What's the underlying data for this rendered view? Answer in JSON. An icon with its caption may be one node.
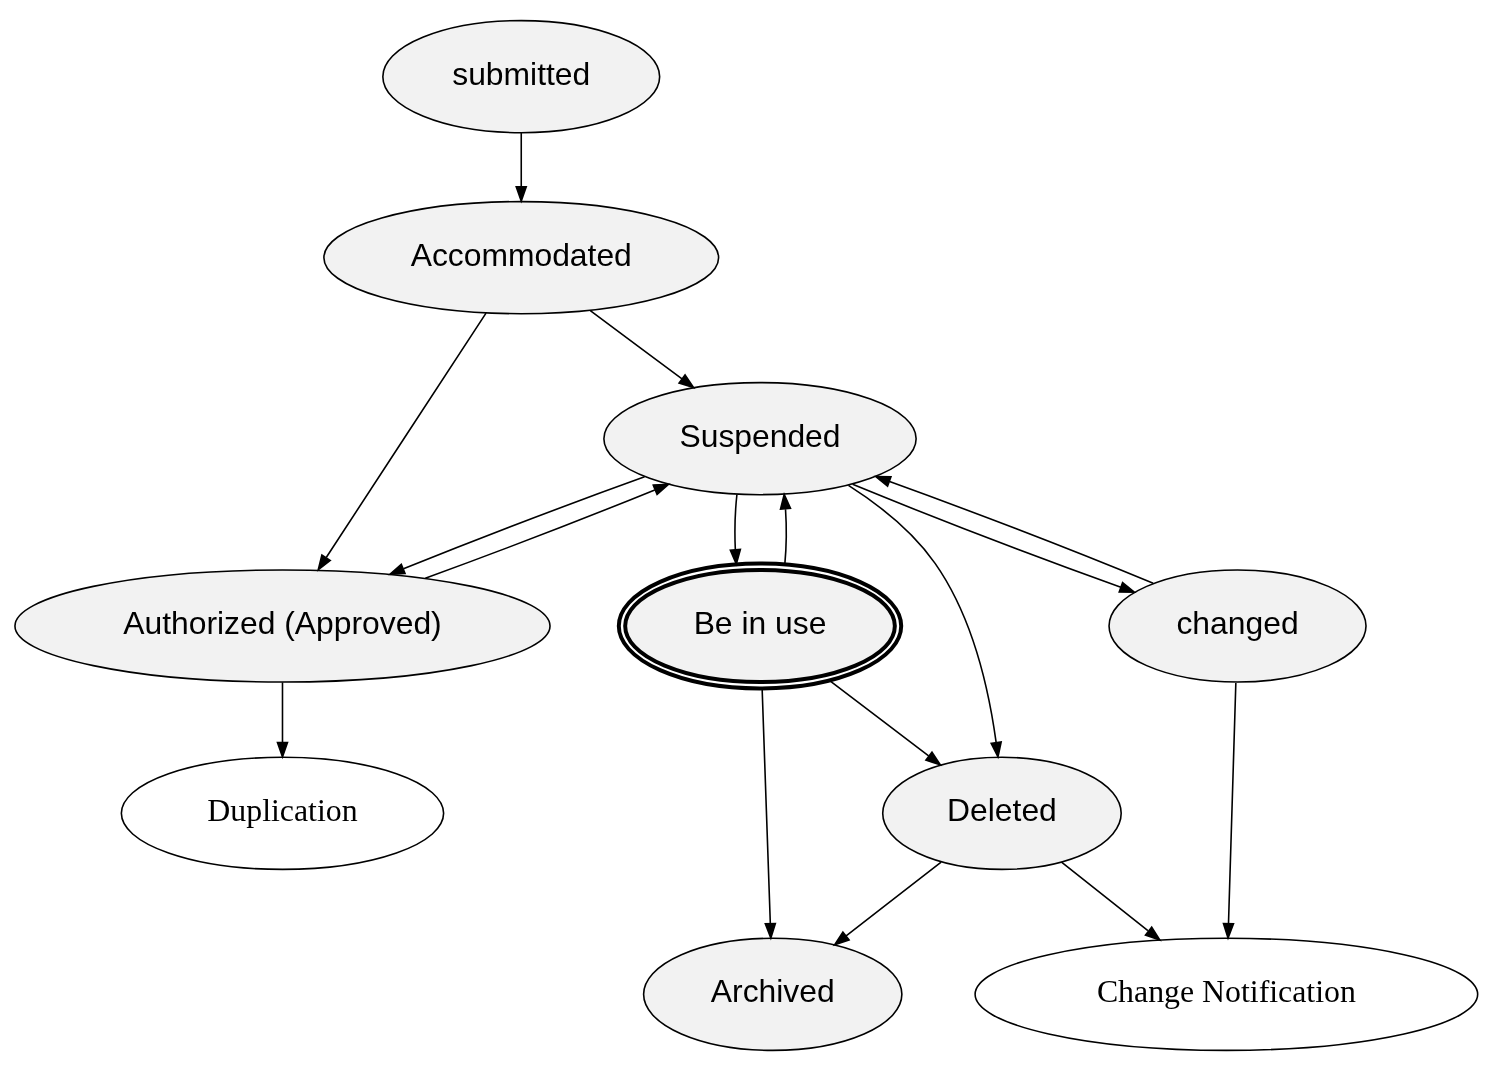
{
  "diagram": {
    "nodes": [
      {
        "text": [
          "submitted"
        ]
      },
      {
        "text": [
          "Accommodated"
        ]
      },
      {
        "text": [
          "Suspended"
        ]
      },
      {
        "text": [
          "Authorized (Approved)"
        ]
      },
      {
        "text": [
          "Duplication"
        ]
      },
      {
        "text": [
          "changed"
        ]
      },
      {
        "text": [
          "Be in use"
        ]
      },
      {
        "text": [
          "Archived"
        ]
      },
      {
        "text": [
          "Change Notification"
        ]
      },
      {
        "text": [
          "Deleted"
        ]
      }
    ],
    "edges": [
      {
        "from": 0,
        "to": 1,
        "arrow": "to"
      },
      {
        "from": 1,
        "to": 2,
        "arrow": "to"
      },
      {
        "from": 1,
        "to": 3,
        "arrow": "to"
      },
      {
        "from": 3,
        "to": 2,
        "arrow": "to"
      },
      {
        "from": 2,
        "to": 3,
        "arrow": "to"
      },
      {
        "from": 3,
        "to": 4,
        "arrow": "to"
      },
      {
        "from": 2,
        "to": 5,
        "arrow": "to"
      },
      {
        "from": 5,
        "to": 2,
        "arrow": "to"
      },
      {
        "from": 2,
        "to": 9,
        "arrow": "to"
      },
      {
        "from": 2,
        "to": 6,
        "arrow": "to"
      },
      {
        "from": 6,
        "to": 2,
        "arrow": "to"
      },
      {
        "from": 5,
        "to": 8,
        "arrow": "to"
      },
      {
        "from": 9,
        "to": 8,
        "arrow": "to"
      },
      {
        "from": 6,
        "to": 9,
        "arrow": "to"
      },
      {
        "from": 6,
        "to": 7,
        "arrow": "to"
      },
      {
        "from": 9,
        "to": 7,
        "arrow": "to"
      }
    ]
  }
}
